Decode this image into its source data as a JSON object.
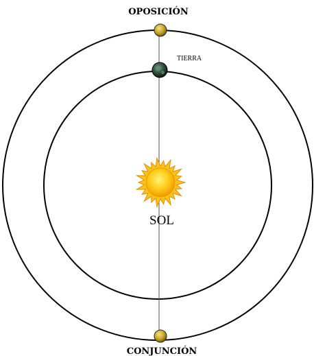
{
  "labels": {
    "opposition": "OPOSICIÓN",
    "conjunction": "CONJUNCIÓN",
    "earth": "TIERRA",
    "sun": "SOL"
  },
  "colors": {
    "orbit": "#000000",
    "sun_core": "#ffb400",
    "sun_rays": "#ffc21a",
    "planet": "#c9a520",
    "earth": "#2e4a3a"
  },
  "icons": {
    "sun": "sun-icon",
    "earth": "earth-icon",
    "planet": "planet-icon"
  }
}
